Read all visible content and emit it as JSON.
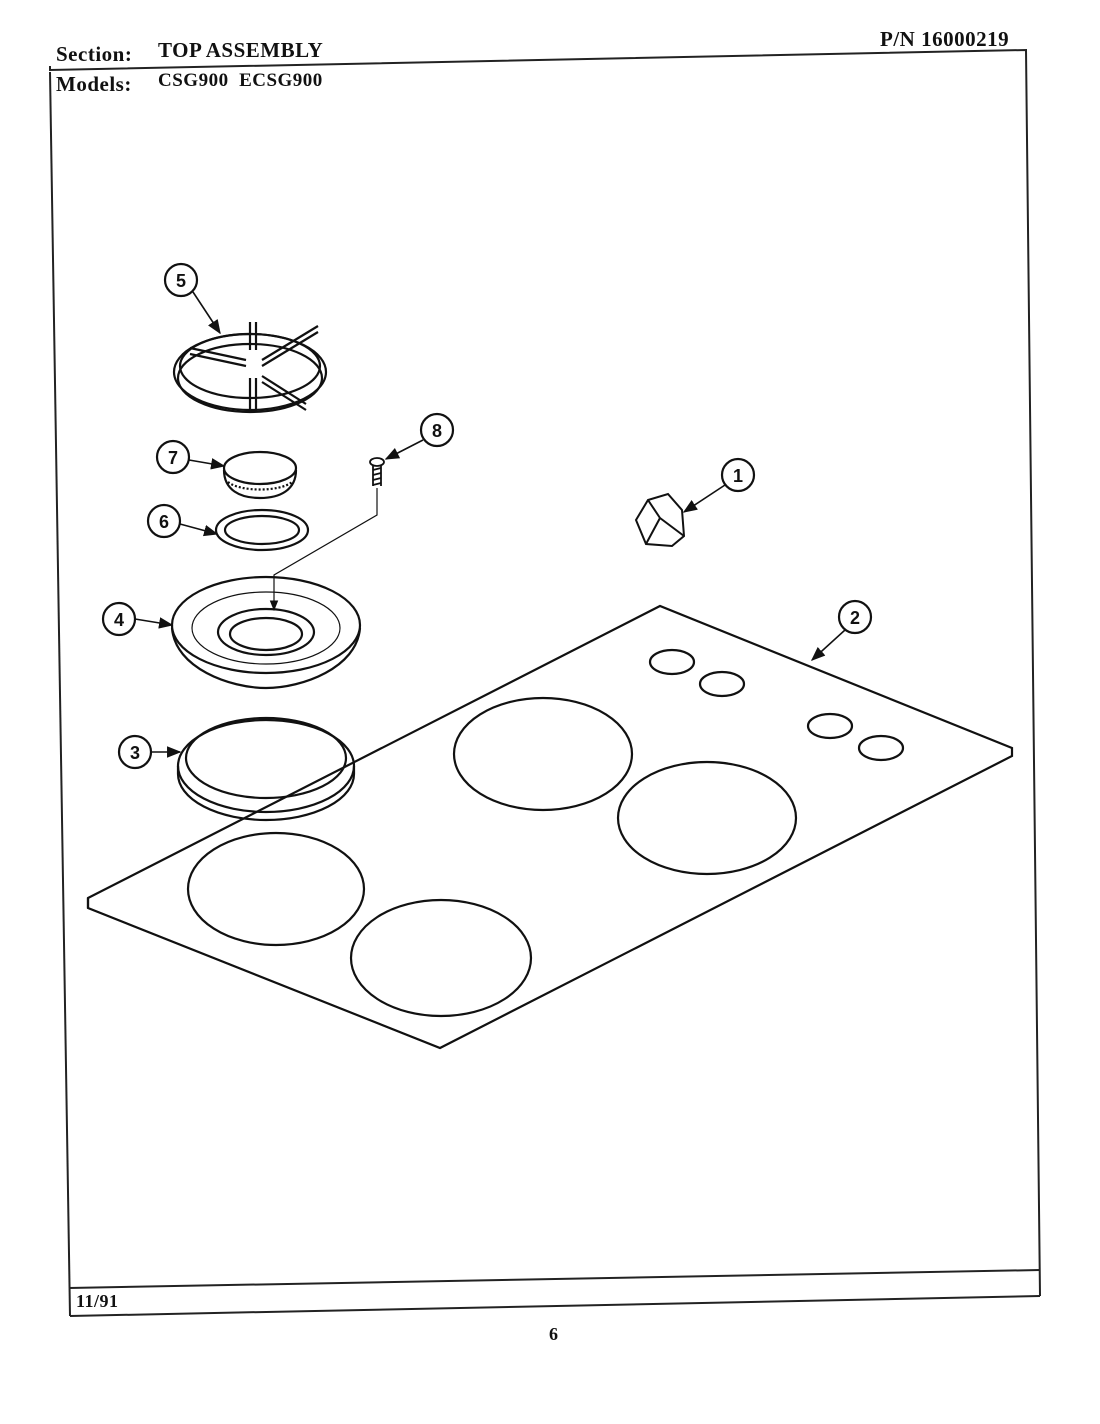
{
  "header": {
    "section_label": "Section:",
    "section_value": "TOP ASSEMBLY",
    "models_label": "Models:",
    "models_value": "CSG900  ECSG900",
    "part_number": "P/N 16000219"
  },
  "footer": {
    "date": "11/91",
    "page_number": "6"
  },
  "callouts": [
    {
      "number": "1",
      "part": "knob"
    },
    {
      "number": "2",
      "part": "cooktop"
    },
    {
      "number": "3",
      "part": "burner ring"
    },
    {
      "number": "4",
      "part": "drip bowl"
    },
    {
      "number": "5",
      "part": "grate"
    },
    {
      "number": "6",
      "part": "cap ring"
    },
    {
      "number": "7",
      "part": "burner cap"
    },
    {
      "number": "8",
      "part": "screw"
    }
  ]
}
